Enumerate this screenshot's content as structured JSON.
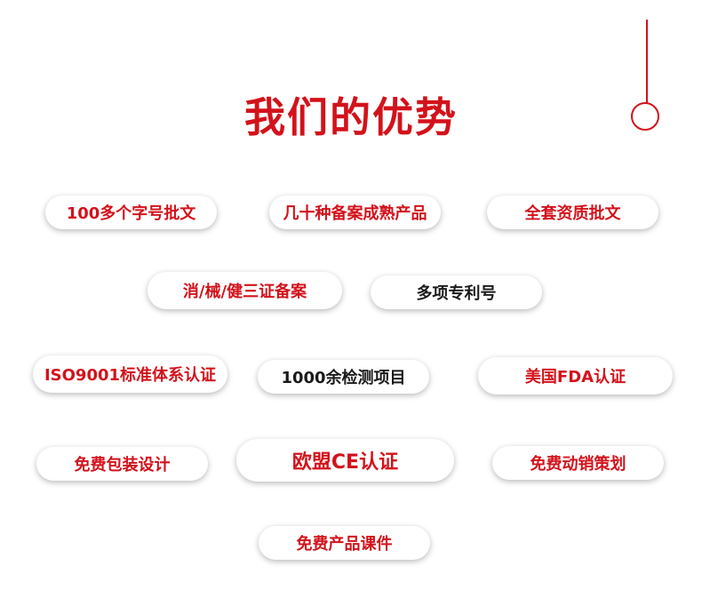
{
  "title": "我们的优势",
  "colors": {
    "accent": "#d3121b",
    "text_dark": "#1a1a1a",
    "background": "#ffffff"
  },
  "advantages": [
    {
      "label": "100多个字号批文",
      "tone": "red"
    },
    {
      "label": "几十种备案成熟产品",
      "tone": "red"
    },
    {
      "label": "全套资质批文",
      "tone": "red"
    },
    {
      "label": "消/械/健三证备案",
      "tone": "red"
    },
    {
      "label": "多项专利号",
      "tone": "dark"
    },
    {
      "label": "ISO9001标准体系认证",
      "tone": "red"
    },
    {
      "label": "1000余检测项目",
      "tone": "dark"
    },
    {
      "label": "美国FDA认证",
      "tone": "red"
    },
    {
      "label": "免费包装设计",
      "tone": "red"
    },
    {
      "label": "欧盟CE认证",
      "tone": "red"
    },
    {
      "label": "免费动销策划",
      "tone": "red"
    },
    {
      "label": "免费产品课件",
      "tone": "red"
    }
  ]
}
